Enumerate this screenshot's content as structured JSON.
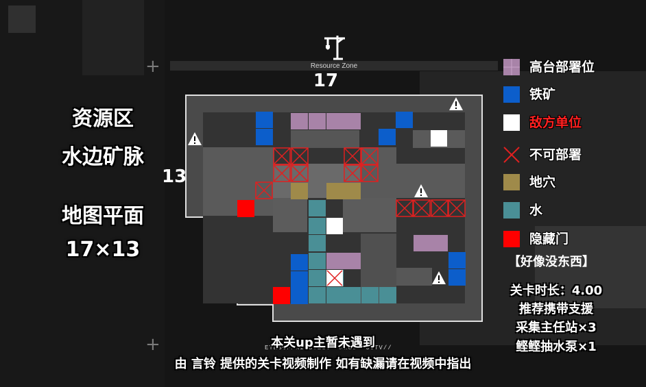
{
  "map": {
    "zone_label": "Resource Zone",
    "width_label": "17",
    "height_label": "13",
    "legend_colors": {
      "high_ground": "#a883a8",
      "iron_ore": "#0c5ecb",
      "enemy_start": "#ffffff",
      "no_deploy": "#e02020",
      "pit": "#9f8a4a",
      "water": "#4a8f96",
      "hidden_door": "#ff0000"
    }
  },
  "title_lines": [
    "资源区",
    "水边矿脉",
    "地图平面",
    "17×13"
  ],
  "legend": [
    {
      "icon": "high-ground-swatch",
      "label": "高台部署位"
    },
    {
      "icon": "iron-ore-swatch",
      "label": "铁矿"
    },
    {
      "icon": "enemy-start-swatch",
      "label": "敌方单位"
    },
    {
      "icon": "no-deploy-cross",
      "label": "不可部署"
    },
    {
      "icon": "pit-swatch",
      "label": "地穴"
    },
    {
      "icon": "water-swatch",
      "label": "水"
    },
    {
      "icon": "hidden-door-swatch",
      "label": "隐藏门"
    }
  ],
  "legend_note": "【好像没东西】",
  "info": {
    "duration": "关卡时长：4.00",
    "recommend": "推荐携带支援",
    "station": "采集主任站×3",
    "pump": "鲣鲣抽水泵×1"
  },
  "subtitle": {
    "line1": "本关up主暂未遇到",
    "line2": "由 言铃 提供的关卡视频制作 如有缺漏请在视频中指出"
  },
  "watermark": "EYESOFPRIESTESS -RIOS- CCTV//"
}
